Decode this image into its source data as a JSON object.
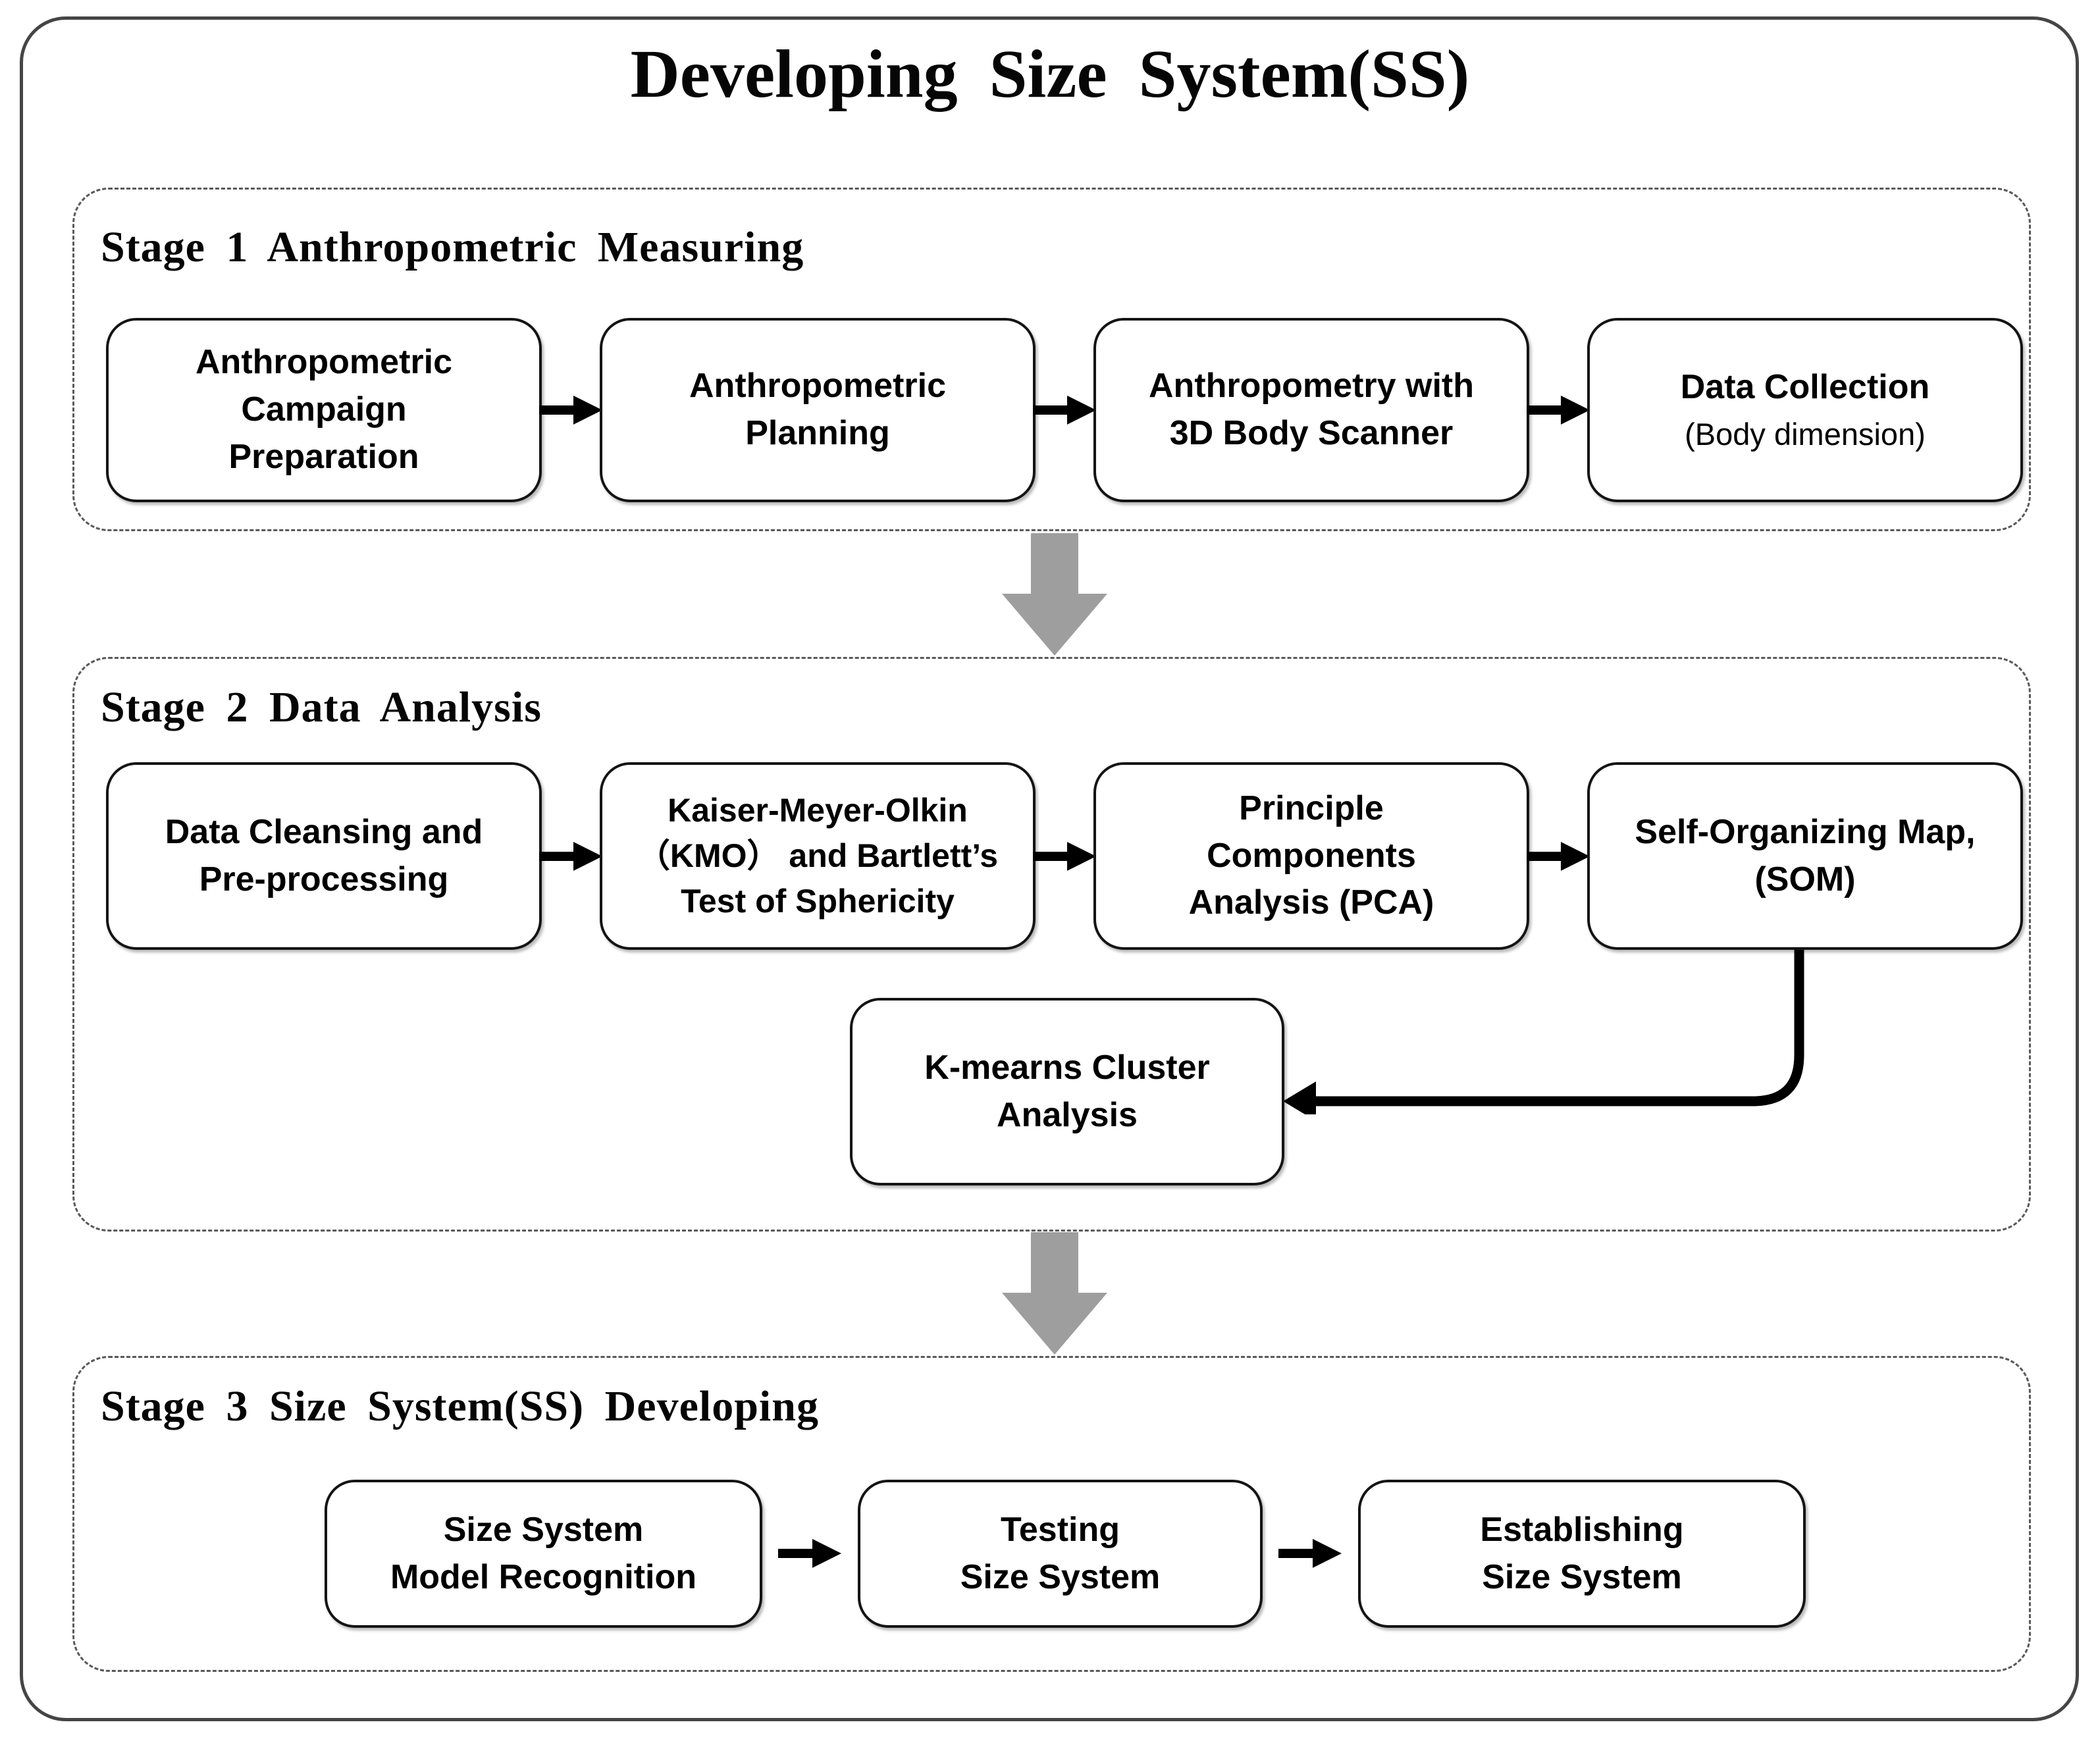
{
  "title": "Developing Size System(SS)",
  "colors": {
    "background": "#ffffff",
    "text": "#000000",
    "box_border": "#141414",
    "stage_dashed_border": "#595959",
    "outer_border": "#454545",
    "stage_flow_arrow_gray": "#9e9e9e",
    "connector_black": "#000000"
  },
  "stages": [
    {
      "heading": "Stage 1 Anthropometric Measuring",
      "boxes": [
        {
          "lines": [
            "Anthropometric",
            "Campaign",
            "Preparation"
          ]
        },
        {
          "lines": [
            "Anthropometric",
            "Planning"
          ]
        },
        {
          "lines": [
            "Anthropometry with",
            "3D Body Scanner"
          ]
        },
        {
          "lines": [
            "Data Collection"
          ],
          "subtitle": "(Body dimension)"
        }
      ]
    },
    {
      "heading": "Stage 2 Data Analysis",
      "boxes": [
        {
          "lines": [
            "Data Cleansing and",
            "Pre-processing"
          ]
        },
        {
          "lines": [
            "Kaiser-Meyer-Olkin",
            "（KMO） and Bartlett’s",
            "Test of Sphericity"
          ]
        },
        {
          "lines": [
            "Principle",
            "Components",
            "Analysis (PCA)"
          ]
        },
        {
          "lines": [
            "Self-Organizing Map,",
            "(SOM)"
          ]
        }
      ],
      "extra_box": {
        "lines": [
          "K-mearns Cluster",
          "Analysis"
        ]
      }
    },
    {
      "heading": "Stage 3 Size System(SS) Developing",
      "boxes": [
        {
          "lines": [
            "Size System",
            "Model Recognition"
          ]
        },
        {
          "lines": [
            "Testing",
            "Size System"
          ]
        },
        {
          "lines": [
            "Establishing",
            "Size System"
          ]
        }
      ]
    }
  ]
}
